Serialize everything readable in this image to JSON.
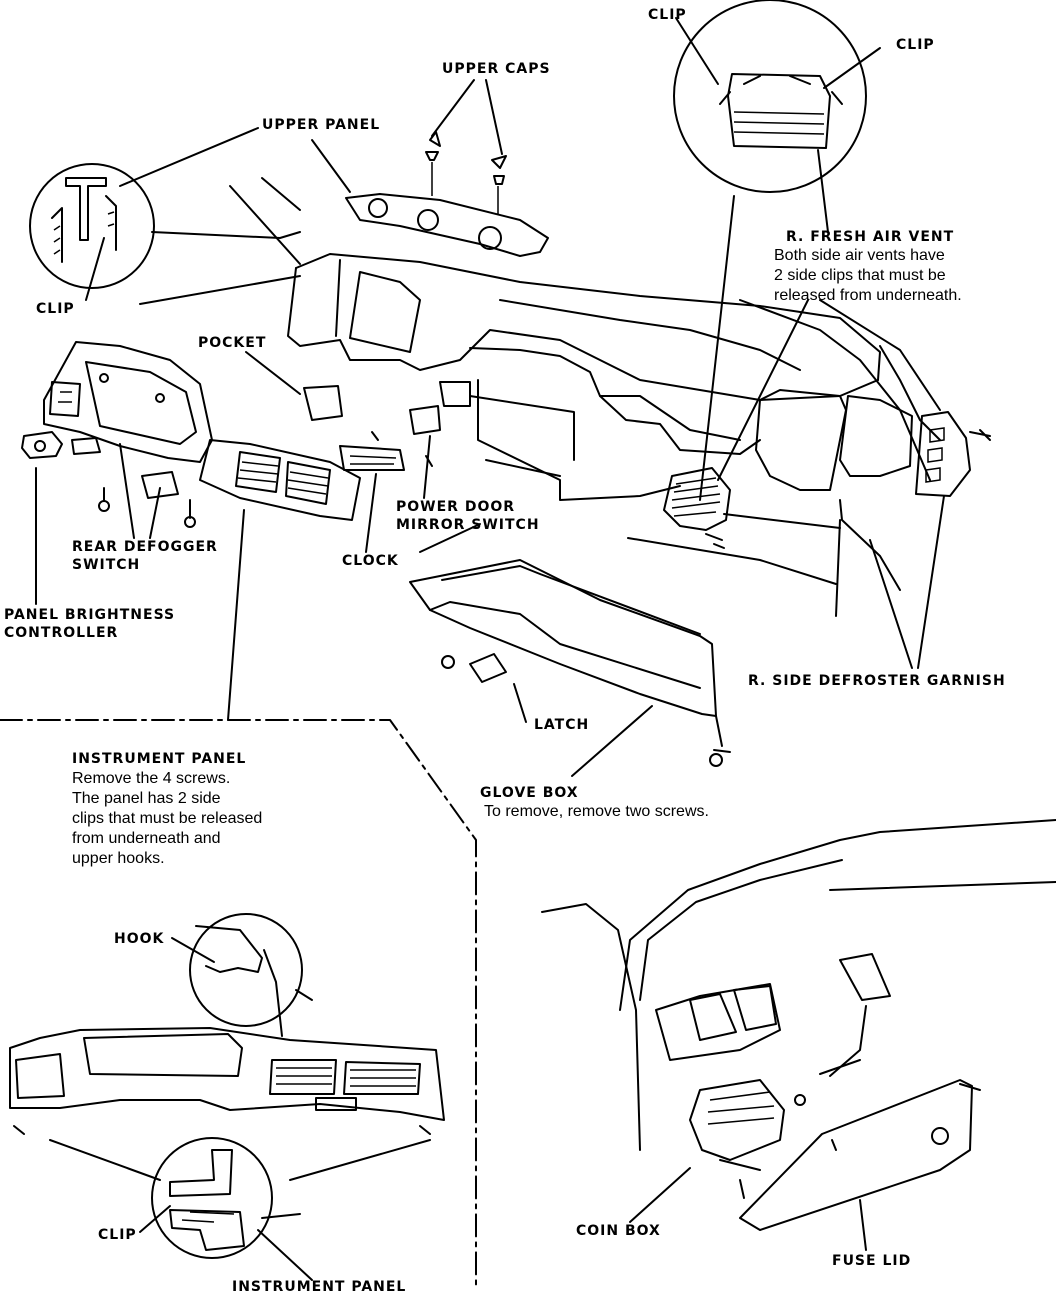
{
  "labels": {
    "upper_caps": "UPPER CAPS",
    "upper_panel": "UPPER PANEL",
    "clip_left": "CLIP",
    "clip_top_left": "CLIP",
    "clip_top_right": "CLIP",
    "fresh_air_vent_title": "R.  FRESH AIR VENT",
    "pocket": "POCKET",
    "rear_defogger_switch_1": "REAR DEFOGGER",
    "rear_defogger_switch_2": "SWITCH",
    "panel_brightness_1": "PANEL BRIGHTNESS",
    "panel_brightness_2": "CONTROLLER",
    "power_door_1": "POWER DOOR",
    "power_door_2": "MIRROR SWITCH",
    "clock": "CLOCK",
    "latch": "LATCH",
    "r_side_defroster": "R. SIDE DEFROSTER GARNISH",
    "glove_box": "GLOVE BOX",
    "instrument_panel_title": "INSTRUMENT PANEL",
    "hook": "HOOK",
    "clip_bottom": "CLIP",
    "instrument_panel_bottom": "INSTRUMENT PANEL",
    "coin_box": "COIN BOX",
    "fuse_lid": "FUSE LID"
  },
  "notes": {
    "fresh_air_vent": [
      "Both side air vents have",
      "2 side clips that must be",
      "released from underneath."
    ],
    "instrument_panel": [
      "Remove the 4 screws.",
      "The panel has 2 side",
      "clips that must be released",
      "from underneath and",
      "upper hooks."
    ],
    "glove_box": "To remove, remove two screws."
  },
  "colors": {
    "ink": "#000000",
    "paper": "#ffffff"
  }
}
